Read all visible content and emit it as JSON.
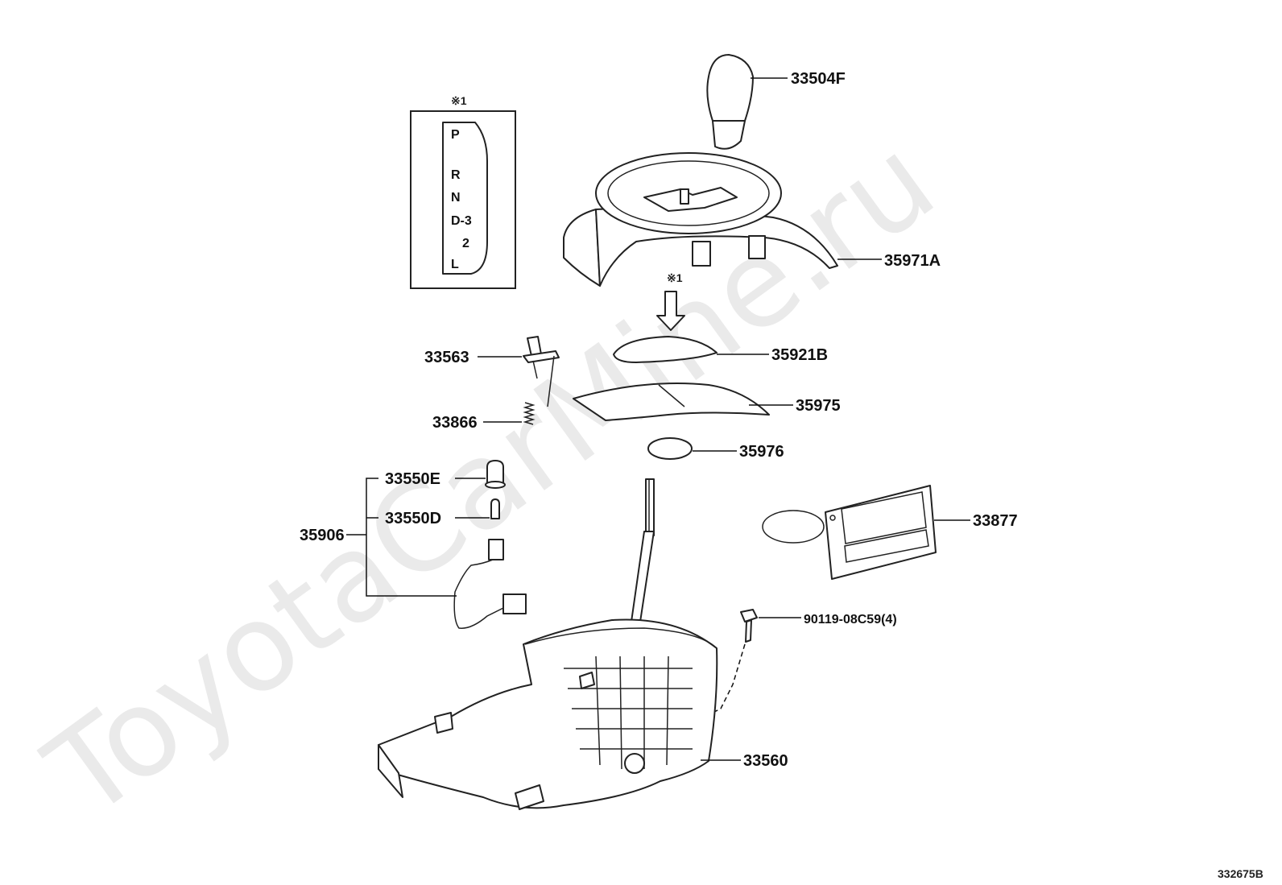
{
  "watermark": "ToyotaCarMine.ru",
  "diagram_ref": "332675B",
  "inset": {
    "note": "※1",
    "gear_labels": [
      "P",
      "R",
      "N",
      "D-3",
      "2",
      "L"
    ]
  },
  "arrow_note": "※1",
  "callouts": {
    "knob": "33504F",
    "bezel": "35971A",
    "indicator_plate": "35921B",
    "slide_cover": "35975",
    "plate_35976": "35976",
    "lever_33563": "33563",
    "spring_33866": "33866",
    "bulb_e": "33550E",
    "bulb_d": "33550D",
    "bulb_assy": "35906",
    "label_plate": "33877",
    "bolt": "90119-08C59(4)",
    "shift_assy": "33560"
  }
}
